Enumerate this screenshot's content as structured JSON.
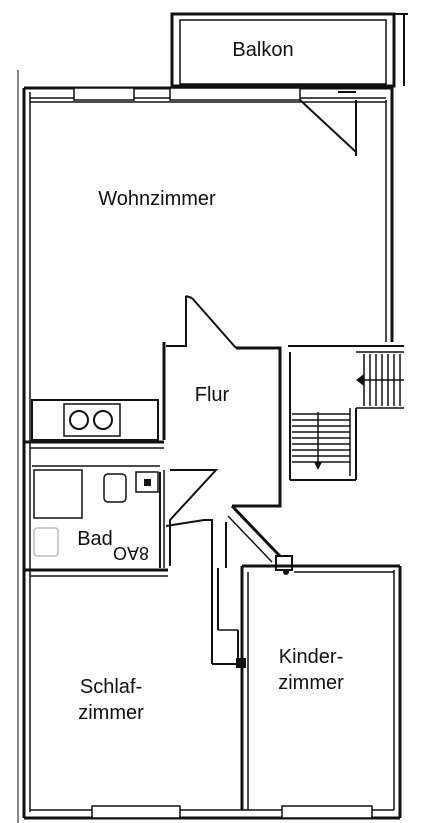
{
  "rooms": {
    "balkon": "Balkon",
    "wohnzimmer": "Wohnzimmer",
    "flur": "Flur",
    "bad": "Bad",
    "bad_mirror": "OA8",
    "schlaf_line1": "Schlaf-",
    "schlaf_line2": "zimmer",
    "kinder_line1": "Kinder-",
    "kinder_line2": "zimmer"
  },
  "colors": {
    "wall": "#111111",
    "background": "#ffffff"
  }
}
